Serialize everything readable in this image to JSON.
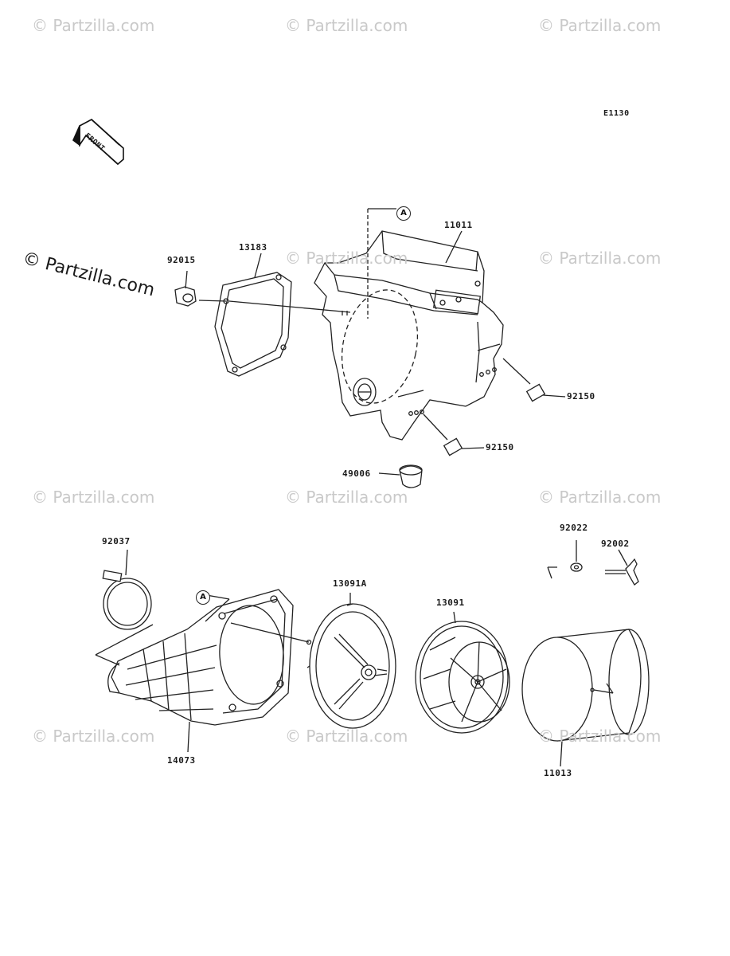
{
  "diagram_code": "E1130",
  "front_label": "FRONT",
  "callouts": {
    "upper": "A",
    "lower": "A"
  },
  "parts": {
    "p11011": "11011",
    "p13183": "13183",
    "p92015": "92015",
    "p92150_a": "92150",
    "p92150_b": "92150",
    "p49006": "49006",
    "p92037": "92037",
    "p92022": "92022",
    "p92002": "92002",
    "p13091A": "13091A",
    "p13091": "13091",
    "p14073": "14073",
    "p11013": "11013"
  },
  "watermark": {
    "main": "© Partzilla.com",
    "tile": "© Partzilla.com"
  }
}
